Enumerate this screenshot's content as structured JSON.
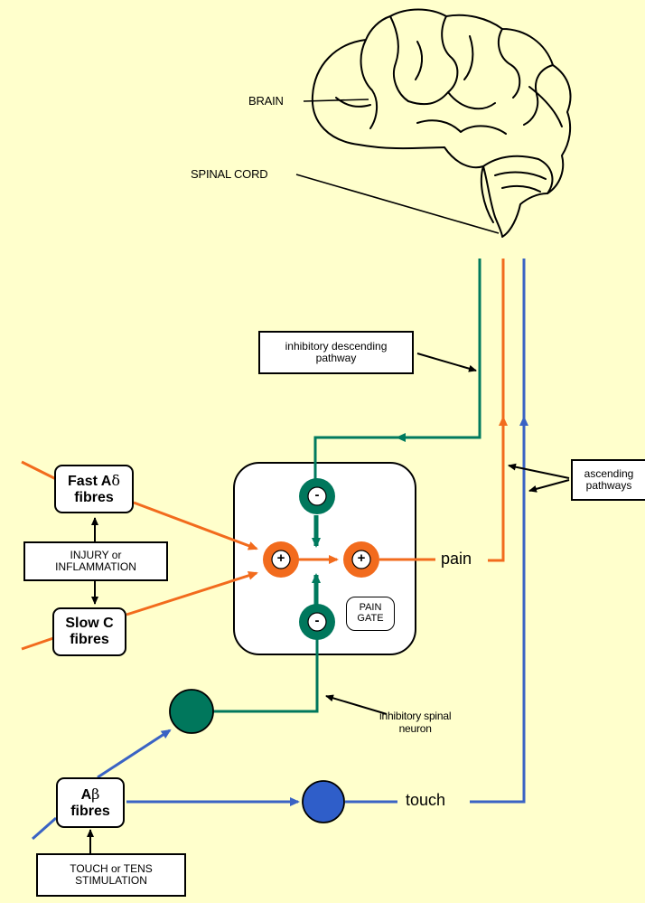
{
  "labels": {
    "brain": "BRAIN",
    "spinal_cord": "SPINAL CORD",
    "inhibitory_descending": [
      "inhibitory descending",
      "pathway"
    ],
    "ascending": [
      "ascending",
      "pathways"
    ],
    "fast_fibres": [
      "Fast A",
      "δ",
      "fibres"
    ],
    "injury": [
      "INJURY or",
      "INFLAMMATION"
    ],
    "slow_fibres": [
      "Slow C",
      "fibres"
    ],
    "pain_gate": [
      "PAIN",
      "GATE"
    ],
    "pain": "pain",
    "inhibitory_spinal": [
      "inhibitory spinal",
      "neuron"
    ],
    "ab_fibres": [
      "A",
      "β",
      "fibres"
    ],
    "touch": "touch",
    "tens": [
      "TOUCH or TENS",
      "STIMULATION"
    ]
  },
  "signs": {
    "plus": "+",
    "minus": "-"
  },
  "colors": {
    "background": "#ffffcc",
    "inhibitory": "#007a5e",
    "pain": "#f26b1d",
    "touch": "#3a63c4",
    "neuron_green": "#00775c",
    "neuron_blue": "#2f5ec9"
  }
}
